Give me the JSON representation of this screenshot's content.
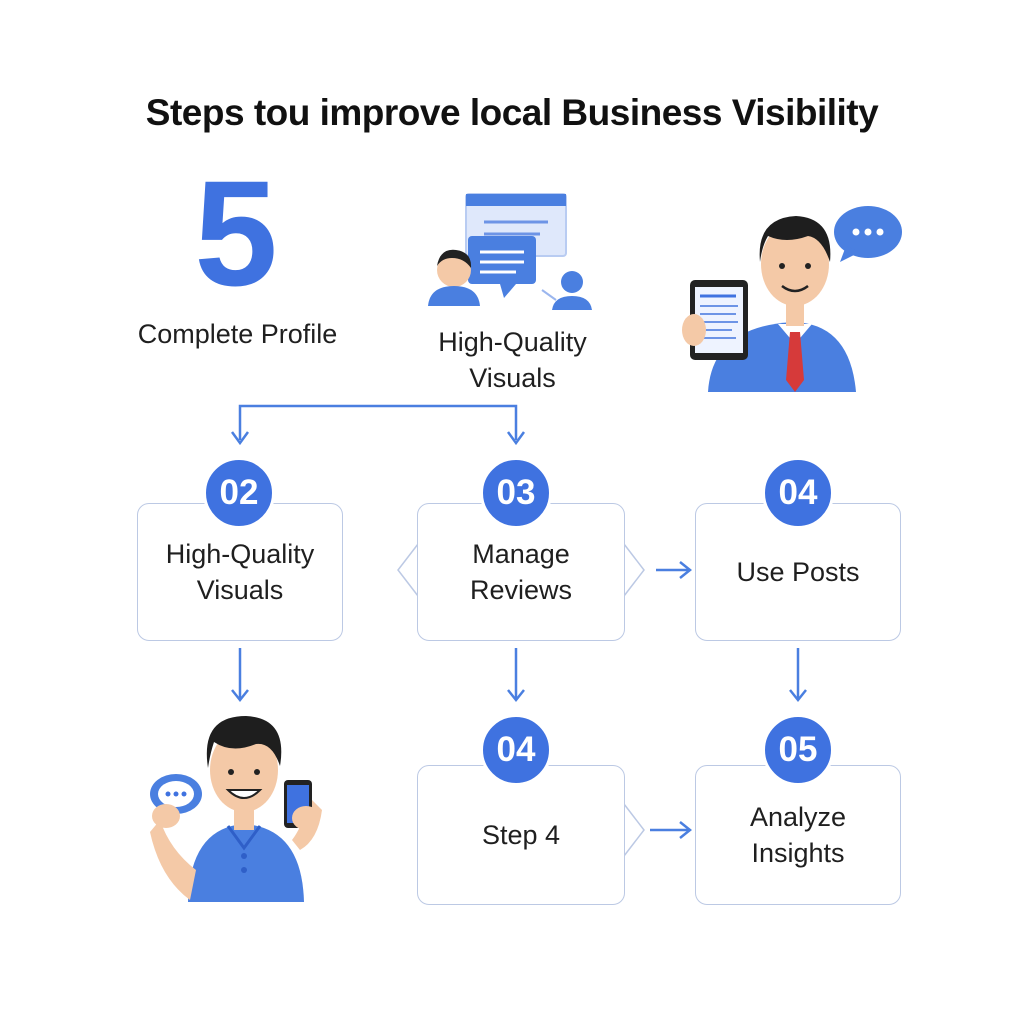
{
  "title": "Steps tou improve local Business Visibility",
  "top": {
    "big_number": "5",
    "complete_profile": "Complete Profile",
    "high_quality_visuals": "High-Quality\nVisuals"
  },
  "steps": [
    {
      "badge": "02",
      "label": "High-Quality\nVisuals"
    },
    {
      "badge": "03",
      "label": "Manage Reviews"
    },
    {
      "badge": "04",
      "label": "Use Posts"
    },
    {
      "badge": "04",
      "label": "Step 4"
    },
    {
      "badge": "05",
      "label": "Analyze\nInsights"
    }
  ],
  "colors": {
    "accent": "#3f72e0",
    "box_border": "#bcc9e4",
    "person_shirt": "#4a7fe0",
    "tie": "#d63a3a"
  },
  "icons": [
    "chat-conversation-icon",
    "businessman-tablet-icon",
    "person-phone-icon",
    "speech-bubble-icon"
  ]
}
